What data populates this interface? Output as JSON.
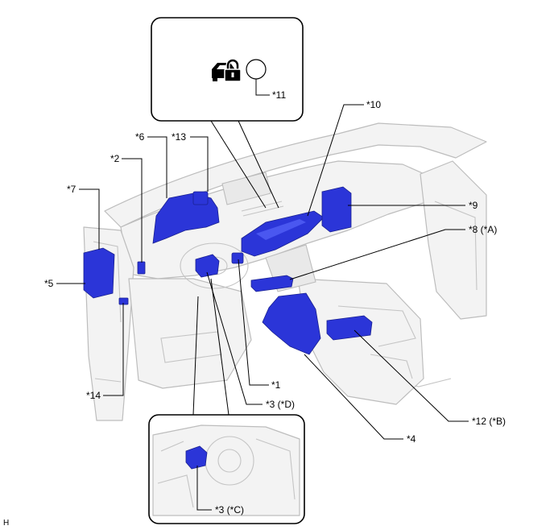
{
  "figure_code": "H",
  "inset_top": {
    "icon": "car-lock-icon",
    "indicator": "indicator-circle",
    "label": "*11"
  },
  "inset_bottom": {
    "label": "*3 (*C)"
  },
  "callouts": {
    "c10": "*10",
    "c6": "*6",
    "c13": "*13",
    "c2": "*2",
    "c7": "*7",
    "c9": "*9",
    "c8": "*8 (*A)",
    "c5": "*5",
    "c1": "*1",
    "c3d": "*3 (*D)",
    "c14": "*14",
    "c4": "*4",
    "c12": "*12 (*B)"
  },
  "colors": {
    "highlight": "#2b35d8",
    "leader_line": "#000000",
    "outline": "#bdbdbd",
    "fill": "#f3f3f3"
  }
}
